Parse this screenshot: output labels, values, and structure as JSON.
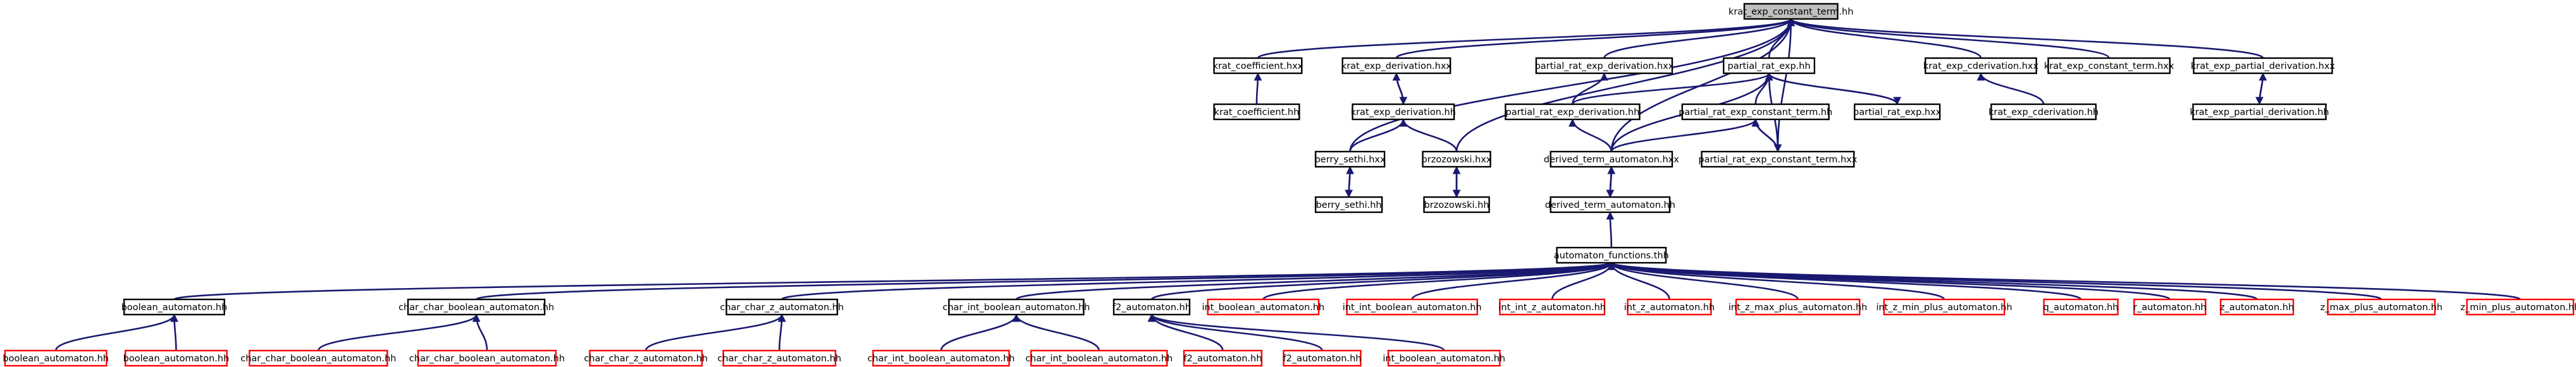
{
  "colors": {
    "edge": "#191970",
    "root_fill": "#bfbfbf",
    "normal_border": "#000000",
    "leaf_border": "#ff0000",
    "node_fill": "#ffffff",
    "text": "#000000"
  },
  "nodes": [
    {
      "id": "root",
      "label": "krat_exp_constant_term.hh",
      "style": "root"
    },
    {
      "id": "kcoef_hxx",
      "label": "krat_coefficient.hxx",
      "style": "normal"
    },
    {
      "id": "kexpder_hxx",
      "label": "krat_exp_derivation.hxx",
      "style": "normal"
    },
    {
      "id": "prederiv_hxx",
      "label": "partial_rat_exp_derivation.hxx",
      "style": "normal"
    },
    {
      "id": "prexp_hh",
      "label": "partial_rat_exp.hh",
      "style": "normal"
    },
    {
      "id": "kcderiv_hxx",
      "label": "krat_exp_cderivation.hxx",
      "style": "normal"
    },
    {
      "id": "kconst_hxx",
      "label": "krat_exp_constant_term.hxx",
      "style": "normal"
    },
    {
      "id": "kpartder_hxx",
      "label": "krat_exp_partial_derivation.hxx",
      "style": "normal"
    },
    {
      "id": "kcoef_hh",
      "label": "krat_coefficient.hh",
      "style": "normal"
    },
    {
      "id": "kexpder_hh",
      "label": "krat_exp_derivation.hh",
      "style": "normal"
    },
    {
      "id": "prederiv_hh",
      "label": "partial_rat_exp_derivation.hh",
      "style": "normal"
    },
    {
      "id": "prconst_hh",
      "label": "partial_rat_exp_constant_term.hh",
      "style": "normal"
    },
    {
      "id": "prexp_hxx",
      "label": "partial_rat_exp.hxx",
      "style": "normal"
    },
    {
      "id": "kcderiv_hh",
      "label": "krat_exp_cderivation.hh",
      "style": "normal"
    },
    {
      "id": "kpartder_hh",
      "label": "krat_exp_partial_derivation.hh",
      "style": "normal"
    },
    {
      "id": "berry_hxx",
      "label": "berry_sethi.hxx",
      "style": "normal"
    },
    {
      "id": "brz_hxx",
      "label": "brzozowski.hxx",
      "style": "normal"
    },
    {
      "id": "dta_hxx",
      "label": "derived_term_automaton.hxx",
      "style": "normal"
    },
    {
      "id": "prconst_hxx",
      "label": "partial_rat_exp_constant_term.hxx",
      "style": "normal"
    },
    {
      "id": "berry_hh",
      "label": "berry_sethi.hh",
      "style": "normal"
    },
    {
      "id": "brz_hh",
      "label": "brzozowski.hh",
      "style": "normal"
    },
    {
      "id": "dta_hh",
      "label": "derived_term_automaton.hh",
      "style": "normal"
    },
    {
      "id": "af_thh",
      "label": "automaton_functions.thh",
      "style": "normal"
    },
    {
      "id": "bool_hh",
      "label": "boolean_automaton.hh",
      "style": "normal"
    },
    {
      "id": "ccb_hh",
      "label": "char_char_boolean_automaton.hh",
      "style": "normal"
    },
    {
      "id": "ccz_hh",
      "label": "char_char_z_automaton.hh",
      "style": "normal"
    },
    {
      "id": "cib_hh",
      "label": "char_int_boolean_automaton.hh",
      "style": "normal"
    },
    {
      "id": "f2_hh",
      "label": "f2_automaton.hh",
      "style": "normal"
    },
    {
      "id": "ib_hh_top",
      "label": "int_boolean_automaton.hh",
      "style": "leaf"
    },
    {
      "id": "iib_hh",
      "label": "int_int_boolean_automaton.hh",
      "style": "leaf"
    },
    {
      "id": "iiz_hh",
      "label": "int_int_z_automaton.hh",
      "style": "leaf"
    },
    {
      "id": "iz_hh",
      "label": "int_z_automaton.hh",
      "style": "leaf"
    },
    {
      "id": "izmaxp_hh",
      "label": "int_z_max_plus_automaton.hh",
      "style": "leaf"
    },
    {
      "id": "izminp_hh",
      "label": "int_z_min_plus_automaton.hh",
      "style": "leaf"
    },
    {
      "id": "q_hh",
      "label": "q_automaton.hh",
      "style": "leaf"
    },
    {
      "id": "r_hh",
      "label": "r_automaton.hh",
      "style": "leaf"
    },
    {
      "id": "z_hh",
      "label": "z_automaton.hh",
      "style": "leaf"
    },
    {
      "id": "zmaxp_hh",
      "label": "z_max_plus_automaton.hh",
      "style": "leaf"
    },
    {
      "id": "zminp_hh",
      "label": "z_min_plus_automaton.hh",
      "style": "leaf"
    },
    {
      "id": "bool_l1",
      "label": "boolean_automaton.hh",
      "style": "leaf"
    },
    {
      "id": "bool_l2",
      "label": "boolean_automaton.hh",
      "style": "leaf"
    },
    {
      "id": "ccb_l1",
      "label": "char_char_boolean_automaton.hh",
      "style": "leaf"
    },
    {
      "id": "ccb_l2",
      "label": "char_char_boolean_automaton.hh",
      "style": "leaf"
    },
    {
      "id": "ccz_l1",
      "label": "char_char_z_automaton.hh",
      "style": "leaf"
    },
    {
      "id": "ccz_l2",
      "label": "char_char_z_automaton.hh",
      "style": "leaf"
    },
    {
      "id": "cib_l1",
      "label": "char_int_boolean_automaton.hh",
      "style": "leaf"
    },
    {
      "id": "cib_l2",
      "label": "char_int_boolean_automaton.hh",
      "style": "leaf"
    },
    {
      "id": "f2_l1",
      "label": "f2_automaton.hh",
      "style": "leaf"
    },
    {
      "id": "f2_l2",
      "label": "f2_automaton.hh",
      "style": "leaf"
    },
    {
      "id": "ib_l",
      "label": "int_boolean_automaton.hh",
      "style": "leaf"
    }
  ],
  "edges": [
    [
      "kcoef_hxx",
      "root"
    ],
    [
      "kexpder_hxx",
      "root"
    ],
    [
      "prederiv_hxx",
      "root"
    ],
    [
      "prexp_hh",
      "root"
    ],
    [
      "kcderiv_hxx",
      "root"
    ],
    [
      "kconst_hxx",
      "root"
    ],
    [
      "kpartder_hxx",
      "root"
    ],
    [
      "berry_hxx",
      "root"
    ],
    [
      "brz_hxx",
      "root"
    ],
    [
      "dta_hxx",
      "root"
    ],
    [
      "prconst_hxx",
      "root"
    ],
    [
      "kcoef_hh",
      "kcoef_hxx"
    ],
    [
      "kexpder_hh",
      "kexpder_hxx"
    ],
    [
      "kexpder_hxx",
      "kexpder_hh"
    ],
    [
      "berry_hxx",
      "kexpder_hh"
    ],
    [
      "brz_hxx",
      "kexpder_hh"
    ],
    [
      "prederiv_hh",
      "prederiv_hxx"
    ],
    [
      "prederiv_hh",
      "prexp_hh"
    ],
    [
      "prconst_hh",
      "prexp_hh"
    ],
    [
      "prexp_hxx",
      "prexp_hh"
    ],
    [
      "prexp_hh",
      "prexp_hxx"
    ],
    [
      "dta_hxx",
      "prexp_hh"
    ],
    [
      "prconst_hxx",
      "prexp_hh"
    ],
    [
      "kcderiv_hh",
      "kcderiv_hxx"
    ],
    [
      "kpartder_hh",
      "kpartder_hxx"
    ],
    [
      "kpartder_hxx",
      "kpartder_hh"
    ],
    [
      "dta_hxx",
      "prederiv_hh"
    ],
    [
      "dta_hxx",
      "prconst_hh"
    ],
    [
      "prconst_hxx",
      "prconst_hh"
    ],
    [
      "prconst_hh",
      "prconst_hxx"
    ],
    [
      "berry_hh",
      "berry_hxx"
    ],
    [
      "berry_hxx",
      "berry_hh"
    ],
    [
      "brz_hh",
      "brz_hxx"
    ],
    [
      "brz_hxx",
      "brz_hh"
    ],
    [
      "dta_hh",
      "dta_hxx"
    ],
    [
      "dta_hxx",
      "dta_hh"
    ],
    [
      "af_thh",
      "dta_hh"
    ],
    [
      "bool_hh",
      "af_thh"
    ],
    [
      "ccb_hh",
      "af_thh"
    ],
    [
      "ccz_hh",
      "af_thh"
    ],
    [
      "cib_hh",
      "af_thh"
    ],
    [
      "f2_hh",
      "af_thh"
    ],
    [
      "ib_hh_top",
      "af_thh"
    ],
    [
      "iib_hh",
      "af_thh"
    ],
    [
      "iiz_hh",
      "af_thh"
    ],
    [
      "iz_hh",
      "af_thh"
    ],
    [
      "izmaxp_hh",
      "af_thh"
    ],
    [
      "izminp_hh",
      "af_thh"
    ],
    [
      "q_hh",
      "af_thh"
    ],
    [
      "r_hh",
      "af_thh"
    ],
    [
      "z_hh",
      "af_thh"
    ],
    [
      "zmaxp_hh",
      "af_thh"
    ],
    [
      "zminp_hh",
      "af_thh"
    ],
    [
      "bool_l1",
      "bool_hh"
    ],
    [
      "bool_l2",
      "bool_hh"
    ],
    [
      "ccb_l1",
      "ccb_hh"
    ],
    [
      "ccb_l2",
      "ccb_hh"
    ],
    [
      "ccz_l1",
      "ccz_hh"
    ],
    [
      "ccz_l2",
      "ccz_hh"
    ],
    [
      "cib_l1",
      "cib_hh"
    ],
    [
      "cib_l2",
      "cib_hh"
    ],
    [
      "f2_l1",
      "f2_hh"
    ],
    [
      "f2_l2",
      "f2_hh"
    ],
    [
      "ib_l",
      "f2_hh"
    ]
  ]
}
